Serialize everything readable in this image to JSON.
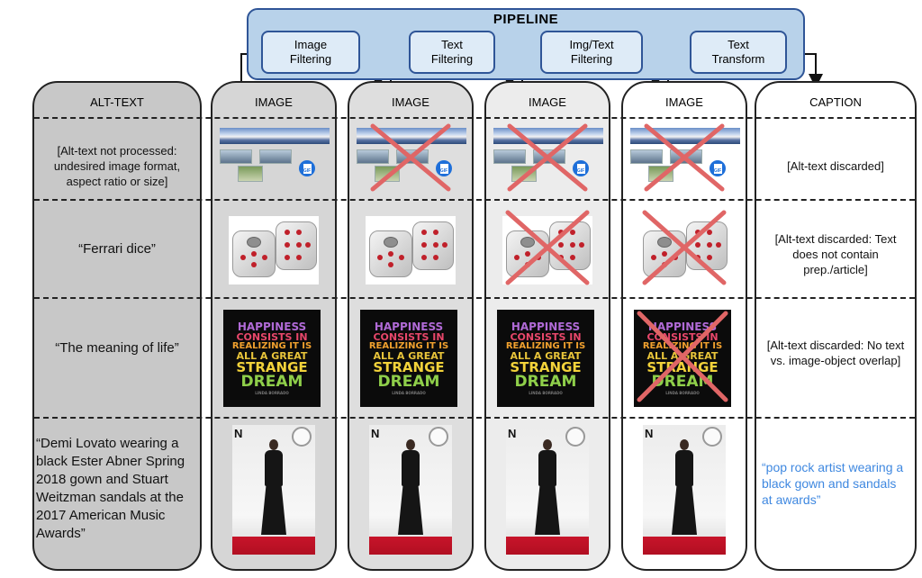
{
  "pipeline": {
    "title": "PIPELINE",
    "stages": [
      {
        "label": "Image\nFiltering"
      },
      {
        "label": "Text\nFiltering"
      },
      {
        "label": "Img/Text\nFiltering"
      },
      {
        "label": "Text\nTransform"
      }
    ]
  },
  "columns": {
    "alt_text_header": "ALT-TEXT",
    "image_header": "IMAGE",
    "caption_header": "CAPTION"
  },
  "alt_texts": [
    "[Alt-text not processed: undesired image format, aspect ratio or size]",
    "“Ferrari dice”",
    "“The meaning of life”",
    "“Demi Lovato wearing a black Ester Abner Spring 2018 gown and Stuart Weitzman sandals at the 2017 American Music Awards”"
  ],
  "captions": [
    "[Alt-text discarded]",
    "[Alt-text discarded: Text does not contain prep./article]",
    "[Alt-text discarded: No text vs. image-object overlap]",
    "“pop rock artist wearing a black gown and sandals at awards”"
  ],
  "poster_text": [
    "HAPPINESS",
    "CONSISTS IN",
    "REALIZING IT IS",
    "ALL A GREAT",
    "STRANGE",
    "DREAM",
    "LINDA BORRADO"
  ],
  "gif_label": "GIF",
  "photo_letter": "N",
  "colors": {
    "pipeline_fill": "#b8d2ea",
    "stage_fill": "#deebf7",
    "pipeline_border": "#2f5597",
    "alt_column_fill": "#c8c8c8",
    "image_column_fill": "#d6d6d6",
    "image_column_fill_2": "#e4e4e4",
    "image_column_fill_3": "#efefef",
    "reject_mark": "#e06666",
    "final_caption": "#3f88e0"
  },
  "rejections": {
    "image_filtering": [
      1
    ],
    "text_filtering": [
      1,
      2
    ],
    "img_text_filtering": [
      1,
      2,
      3
    ]
  }
}
